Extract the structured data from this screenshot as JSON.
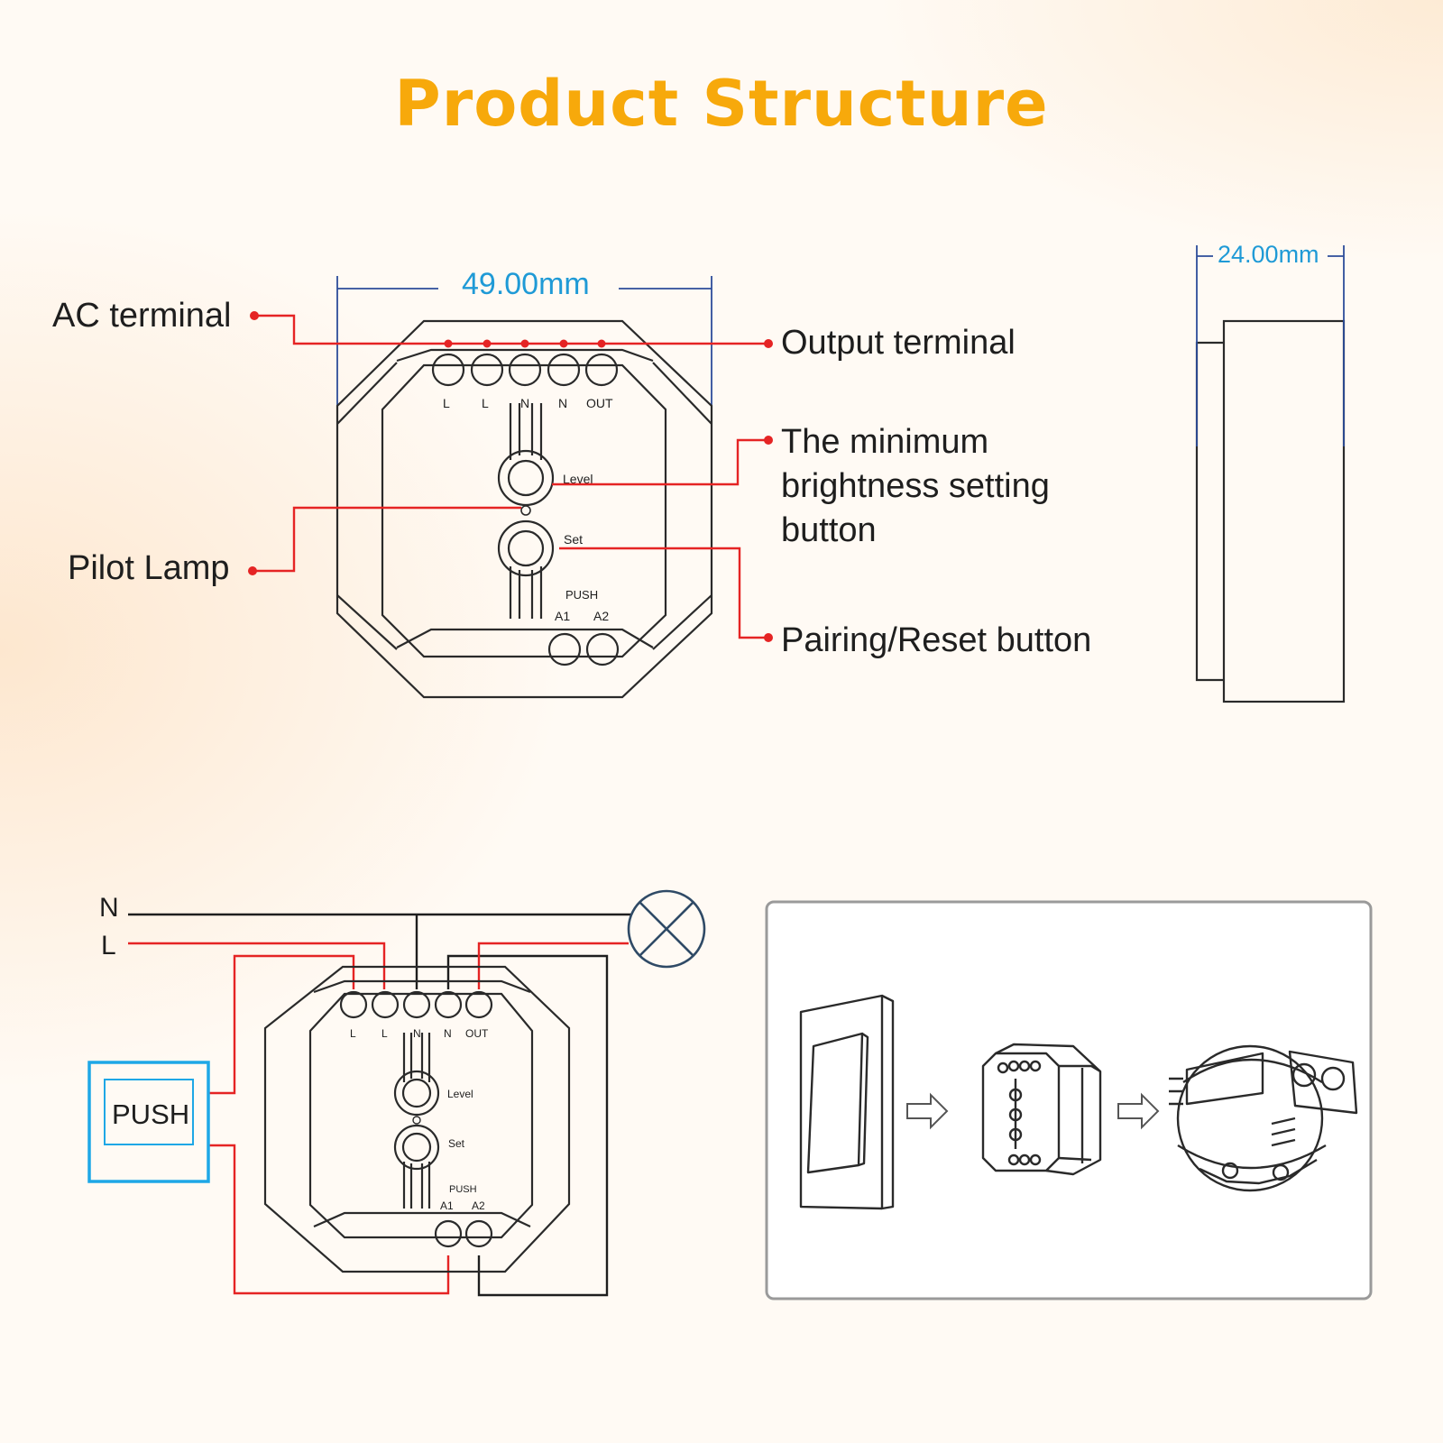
{
  "title": "Product Structure",
  "dimensions": {
    "width": "49.00mm",
    "depth": "24.00mm"
  },
  "callouts": {
    "ac_terminal": "AC terminal",
    "output_terminal": "Output terminal",
    "min_brightness": [
      "The minimum",
      "brightness setting",
      "button"
    ],
    "pilot_lamp": "Pilot Lamp",
    "pairing_reset": "Pairing/Reset button"
  },
  "device": {
    "terminals": [
      "L",
      "L",
      "N",
      "N",
      "OUT"
    ],
    "level_label": "Level",
    "set_label": "Set",
    "push_label": "PUSH",
    "push_terminals": [
      "A1",
      "A2"
    ]
  },
  "wiring": {
    "neutral_label": "N",
    "live_label": "L",
    "push_button_label": "PUSH"
  },
  "colors": {
    "title": "#f7a90b",
    "live_wire": "#e52424",
    "neutral_wire": "#1e1e1e",
    "dimension": "#1f9ad6",
    "dimension_line": "#2d4d9a",
    "push_box": "#1ea7e6",
    "lamp": "#2f4a66"
  },
  "icons": [
    "wall-switch-icon",
    "arrow-right-icon",
    "dimmer-module-icon",
    "arrow-right-icon",
    "wall-box-icon",
    "lamp-icon"
  ]
}
